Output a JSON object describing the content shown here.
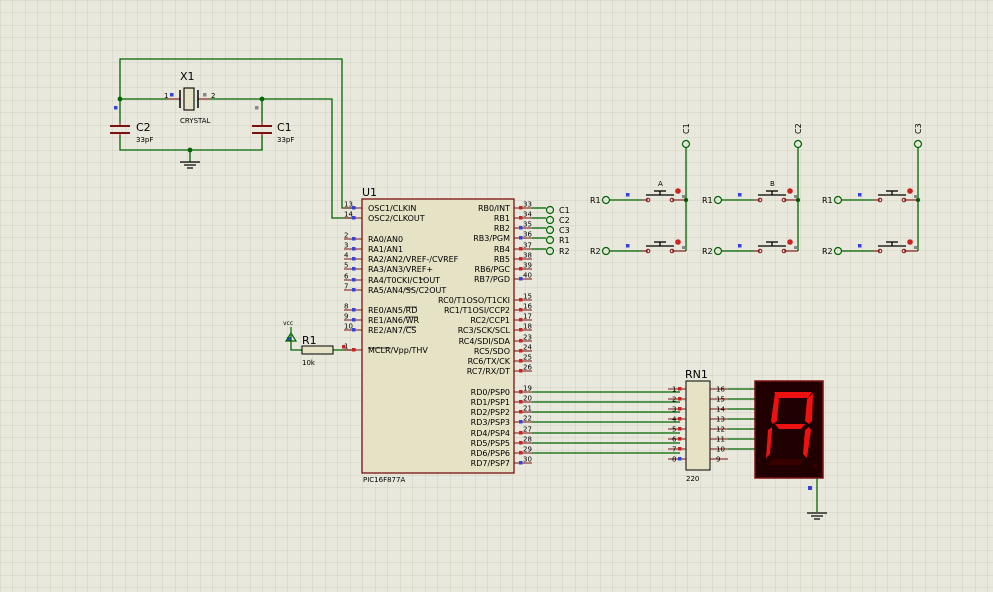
{
  "colors": {
    "background": "#e8e8dc",
    "grid": "#c9c9bc",
    "wire": "#006600",
    "component_outline": "#7a1010",
    "chip_fill": "#e6e2c6",
    "pin_marker_red": "#cc2222",
    "pin_marker_blue": "#3344dd",
    "segment_on": "#ee1111",
    "segment_off": "#3a0000",
    "display_body": "#200000"
  },
  "crystal": {
    "ref": "X1",
    "value": "CRYSTAL",
    "pin1": "1",
    "pin2": "2"
  },
  "cap_c2": {
    "ref": "C2",
    "value": "33pF"
  },
  "cap_c1": {
    "ref": "C1",
    "value": "33pF"
  },
  "resistor": {
    "ref": "R1",
    "value": "10k",
    "supply": "vcc"
  },
  "mcu": {
    "ref": "U1",
    "part": "PIC16F877A",
    "left_pins": [
      {
        "num": "13",
        "name": "OSC1/CLKIN"
      },
      {
        "num": "14",
        "name": "OSC2/CLKOUT"
      },
      {
        "num": "2",
        "name": "RA0/AN0"
      },
      {
        "num": "3",
        "name": "RA1/AN1"
      },
      {
        "num": "4",
        "name": "RA2/AN2/VREF-/CVREF"
      },
      {
        "num": "5",
        "name": "RA3/AN3/VREF+"
      },
      {
        "num": "6",
        "name": "RA4/T0CKI/C1OUT"
      },
      {
        "num": "7",
        "name": "RA5/AN4/SS/C2OUT"
      },
      {
        "num": "8",
        "name": "RE0/AN5/RD"
      },
      {
        "num": "9",
        "name": "RE1/AN6/WR"
      },
      {
        "num": "10",
        "name": "RE2/AN7/CS"
      },
      {
        "num": "1",
        "name": "MCLR/Vpp/THV"
      }
    ],
    "right_pins": [
      {
        "num": "33",
        "name": "RB0/INT"
      },
      {
        "num": "34",
        "name": "RB1"
      },
      {
        "num": "35",
        "name": "RB2"
      },
      {
        "num": "36",
        "name": "RB3/PGM"
      },
      {
        "num": "37",
        "name": "RB4"
      },
      {
        "num": "38",
        "name": "RB5"
      },
      {
        "num": "39",
        "name": "RB6/PGC"
      },
      {
        "num": "40",
        "name": "RB7/PGD"
      },
      {
        "num": "15",
        "name": "RC0/T1OSO/T1CKI"
      },
      {
        "num": "16",
        "name": "RC1/T1OSI/CCP2"
      },
      {
        "num": "17",
        "name": "RC2/CCP1"
      },
      {
        "num": "18",
        "name": "RC3/SCK/SCL"
      },
      {
        "num": "23",
        "name": "RC4/SDI/SDA"
      },
      {
        "num": "24",
        "name": "RC5/SDO"
      },
      {
        "num": "25",
        "name": "RC6/TX/CK"
      },
      {
        "num": "26",
        "name": "RC7/RX/DT"
      },
      {
        "num": "19",
        "name": "RD0/PSP0"
      },
      {
        "num": "20",
        "name": "RD1/PSP1"
      },
      {
        "num": "21",
        "name": "RD2/PSP2"
      },
      {
        "num": "22",
        "name": "RD3/PSP3"
      },
      {
        "num": "27",
        "name": "RD4/PSP4"
      },
      {
        "num": "28",
        "name": "RD5/PSP5"
      },
      {
        "num": "29",
        "name": "RD6/PSP6"
      },
      {
        "num": "30",
        "name": "RD7/PSP7"
      }
    ],
    "port_b_terminals": [
      "C1",
      "C2",
      "C3",
      "R1",
      "R2"
    ]
  },
  "keypad": {
    "columns": [
      "C1",
      "C2",
      "C3"
    ],
    "rows": [
      "R1",
      "R2"
    ],
    "button_labels": [
      "A",
      "B"
    ]
  },
  "resistor_network": {
    "ref": "RN1",
    "value": "220",
    "left_pins": [
      "1",
      "2",
      "3",
      "4",
      "5",
      "6",
      "7",
      "8"
    ],
    "right_pins": [
      "16",
      "15",
      "14",
      "13",
      "12",
      "11",
      "10",
      "9"
    ]
  },
  "seven_segment": {
    "displayed": "A",
    "segments_on": [
      "a",
      "b",
      "c",
      "e",
      "f",
      "g"
    ]
  }
}
